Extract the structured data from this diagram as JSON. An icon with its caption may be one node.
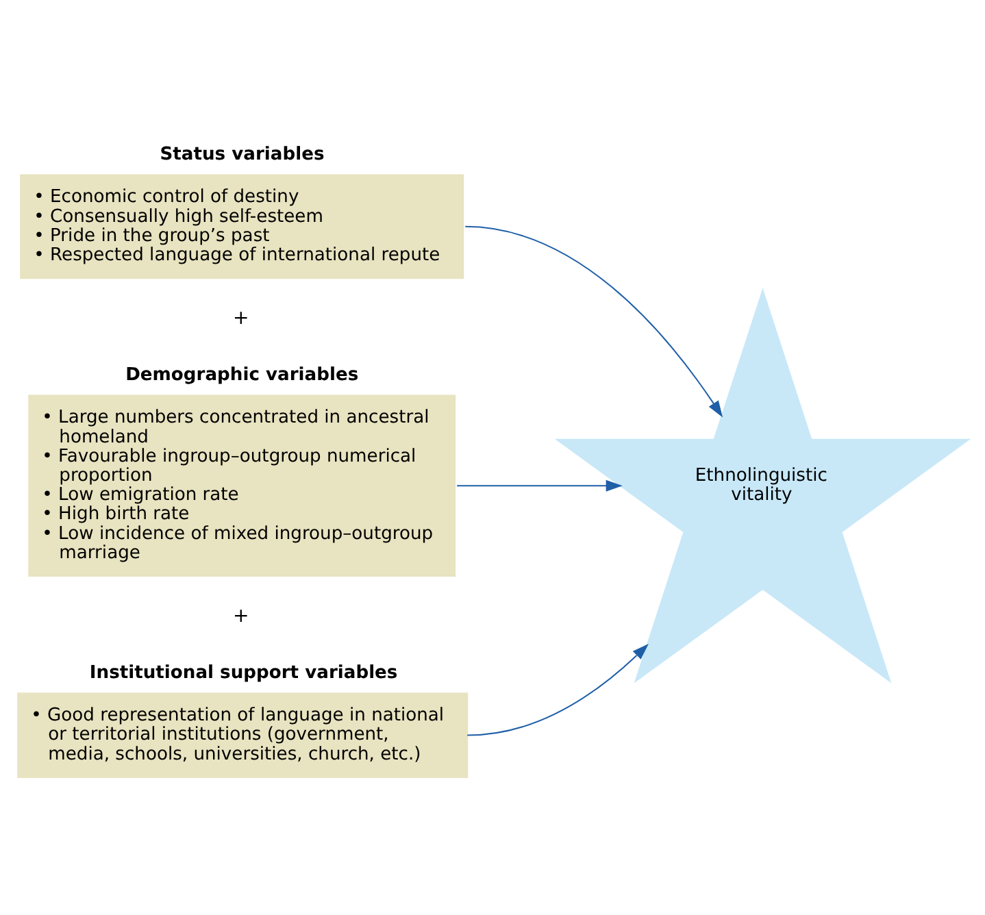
{
  "diagram": {
    "nodes": [
      {
        "text": [
          "Status variables",
          "• Economic control of destiny",
          "• Consensually high self-esteem",
          "• Pride in the group’s past",
          "• Respected language of international repute"
        ]
      },
      {
        "text": [
          "Demographic variables",
          "• Large numbers concentrated in ancestral homeland",
          "• Favourable ingroup–outgroup numerical proportion",
          "• Low emigration rate",
          "• High birth rate",
          "• Low incidence of mixed ingroup–outgroup marriage"
        ]
      },
      {
        "text": [
          "Institutional support variables",
          "• Good representation of language in national or territorial institutions (government, media, schools, universities, church, etc.)"
        ]
      },
      {
        "text": [
          "Ethnolinguistic vitality"
        ]
      }
    ],
    "edges": [
      {
        "from": 0,
        "to": 3,
        "arrow": "to"
      },
      {
        "from": 1,
        "to": 3,
        "arrow": "to"
      },
      {
        "from": 2,
        "to": 3,
        "arrow": "to"
      }
    ],
    "labels": [
      "+",
      "+"
    ]
  }
}
